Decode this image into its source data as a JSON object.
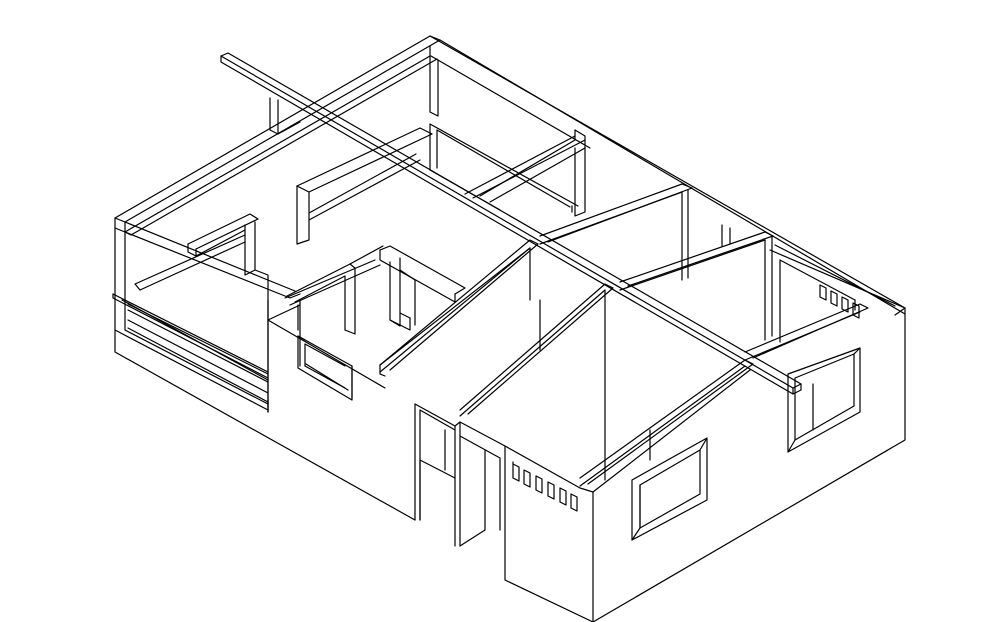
{
  "drawing": {
    "background_color": "#ffffff",
    "line_color": "#000000",
    "parts": [
      {
        "name": "ridge-beam"
      },
      {
        "name": "left-block-top-frame"
      },
      {
        "name": "rear-courtyard-frame"
      },
      {
        "name": "left-porch-frame"
      },
      {
        "name": "front-left-wall"
      },
      {
        "name": "central-partition-walls"
      },
      {
        "name": "right-wing-roof-rafters"
      },
      {
        "name": "right-wing-gable-walls"
      },
      {
        "name": "front-gable-wall"
      },
      {
        "name": "door-opening"
      },
      {
        "name": "window-openings"
      },
      {
        "name": "ventilation-slots"
      }
    ]
  }
}
